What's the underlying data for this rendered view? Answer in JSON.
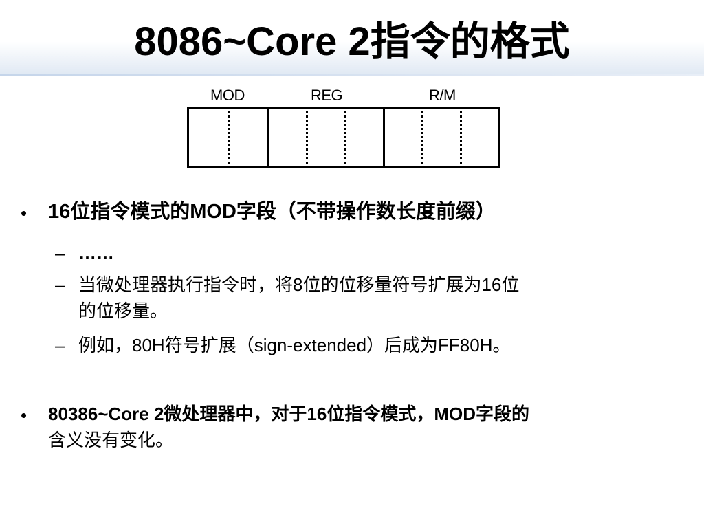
{
  "slide": {
    "title": "8086~Core 2指令的格式"
  },
  "diagram": {
    "fields": [
      {
        "label": "MOD"
      },
      {
        "label": "REG"
      },
      {
        "label": "R/M"
      }
    ]
  },
  "bullets": [
    {
      "marker": "•",
      "text": "16位指令模式的MOD字段（不带操作数长度前缀）",
      "sub": [
        {
          "marker": "–",
          "lines": [
            "……"
          ]
        },
        {
          "marker": "–",
          "lines": [
            "当微处理器执行指令时，将8位的位移量符号扩展为16位",
            "的位移量。"
          ]
        },
        {
          "marker": "–",
          "lines": [
            "例如，80H符号扩展（sign-extended）后成为FF80H。"
          ]
        }
      ]
    },
    {
      "marker": "•",
      "lines": [
        "80386~Core 2微处理器中，对于16位指令模式，MOD字段的",
        "含义没有变化。"
      ]
    }
  ]
}
